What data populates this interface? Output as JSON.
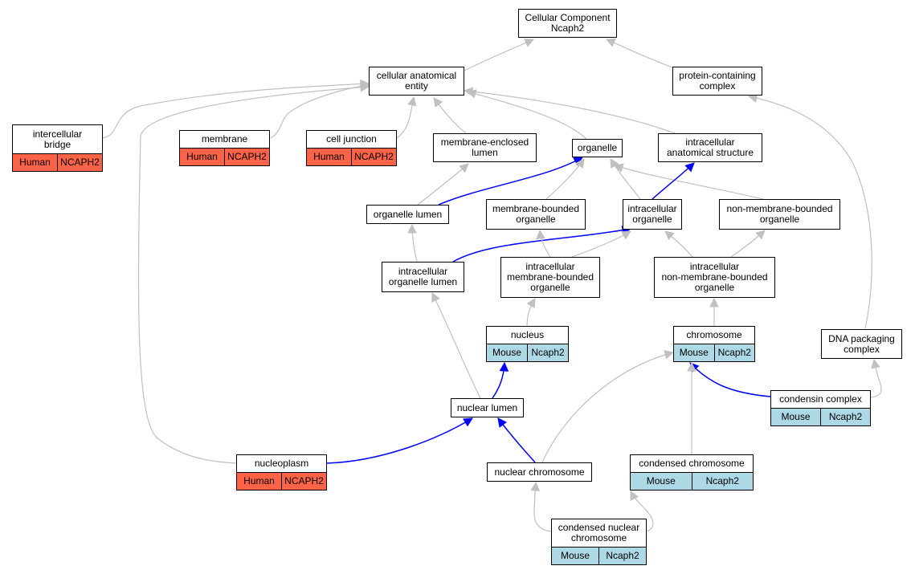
{
  "colors": {
    "human": "#ff6347",
    "mouse": "#add8e6",
    "edge_default": "#c0c0c0",
    "edge_highlight": "#0000ff"
  },
  "nodes": {
    "cc": {
      "label": "Cellular Component\nNcaph2"
    },
    "cae": {
      "label": "cellular anatomical\nentity"
    },
    "pcc": {
      "label": "protein-containing\ncomplex"
    },
    "ib": {
      "label": "intercellular\nbridge",
      "species": "Human",
      "gene": "NCAPH2"
    },
    "mem": {
      "label": "membrane",
      "species": "Human",
      "gene": "NCAPH2"
    },
    "cj": {
      "label": "cell junction",
      "species": "Human",
      "gene": "NCAPH2"
    },
    "mel": {
      "label": "membrane-enclosed\nlumen"
    },
    "org": {
      "label": "organelle"
    },
    "ias": {
      "label": "intracellular\nanatomical structure"
    },
    "ol": {
      "label": "organelle lumen"
    },
    "mbo": {
      "label": "membrane-bounded\norganelle"
    },
    "io": {
      "label": "intracellular\norganelle"
    },
    "nmbo": {
      "label": "non-membrane-bounded\norganelle"
    },
    "iol": {
      "label": "intracellular\norganelle lumen"
    },
    "imbo": {
      "label": "intracellular\nmembrane-bounded\norganelle"
    },
    "inmbo": {
      "label": "intracellular\nnon-membrane-bounded\norganelle"
    },
    "nuc": {
      "label": "nucleus",
      "species": "Mouse",
      "gene": "Ncaph2"
    },
    "chr": {
      "label": "chromosome",
      "species": "Mouse",
      "gene": "Ncaph2"
    },
    "dpc": {
      "label": "DNA packaging\ncomplex"
    },
    "nl": {
      "label": "nuclear lumen"
    },
    "cpx": {
      "label": "condensin complex",
      "species": "Mouse",
      "gene": "Ncaph2"
    },
    "np": {
      "label": "nucleoplasm",
      "species": "Human",
      "gene": "NCAPH2"
    },
    "nchr": {
      "label": "nuclear chromosome"
    },
    "cchr": {
      "label": "condensed chromosome",
      "species": "Mouse",
      "gene": "Ncaph2"
    },
    "cnchr": {
      "label": "condensed nuclear\nchromosome",
      "species": "Mouse",
      "gene": "Ncaph2"
    }
  }
}
